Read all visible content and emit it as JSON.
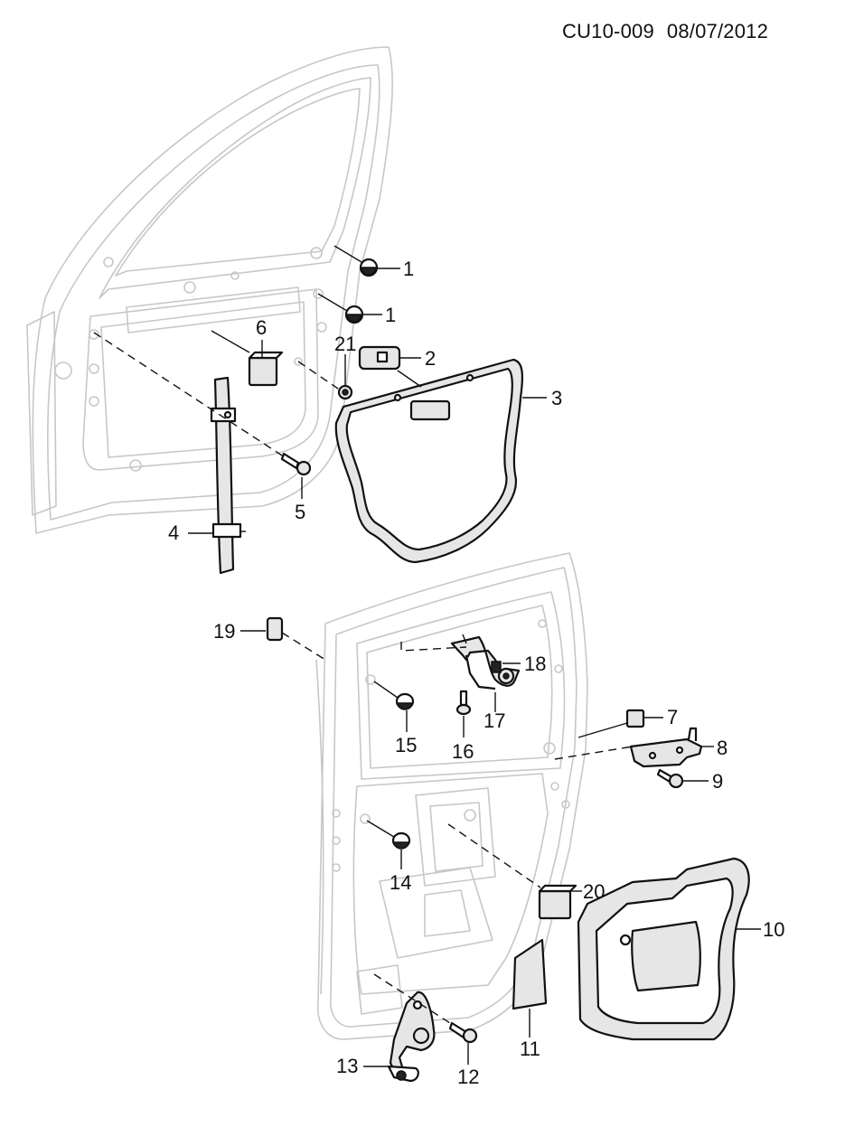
{
  "header": {
    "code": "CU10-009",
    "date": "08/07/2012"
  },
  "callouts": {
    "c1a": "1",
    "c1b": "1",
    "c2": "2",
    "c3": "3",
    "c4": "4",
    "c5": "5",
    "c6": "6",
    "c7": "7",
    "c8": "8",
    "c9": "9",
    "c10": "10",
    "c11": "11",
    "c12": "12",
    "c13": "13",
    "c14": "14",
    "c15": "15",
    "c16": "16",
    "c17": "17",
    "c18": "18",
    "c19": "19",
    "c20": "20",
    "c21": "21"
  }
}
